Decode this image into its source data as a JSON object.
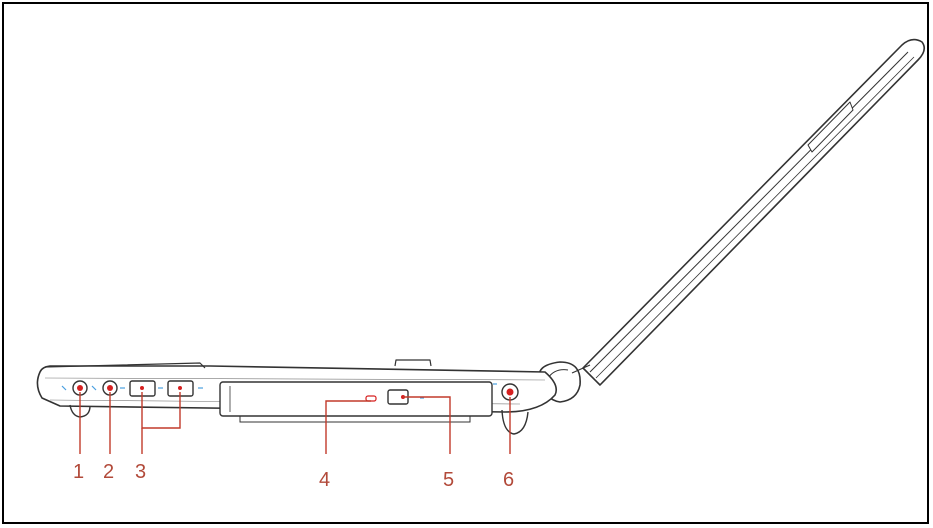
{
  "colors": {
    "outline": "#333333",
    "port_accent": "#d62020",
    "leader_line": "#c23a2a",
    "label_text": "#b24a3a",
    "indicator_blue": "#4aa0e0"
  },
  "callouts": [
    {
      "number": "1",
      "component": "port-1"
    },
    {
      "number": "2",
      "component": "port-2"
    },
    {
      "number": "3",
      "component": "usb-ports"
    },
    {
      "number": "4",
      "component": "drive-indicator"
    },
    {
      "number": "5",
      "component": "drive-eject-button"
    },
    {
      "number": "6",
      "component": "port-6"
    }
  ]
}
